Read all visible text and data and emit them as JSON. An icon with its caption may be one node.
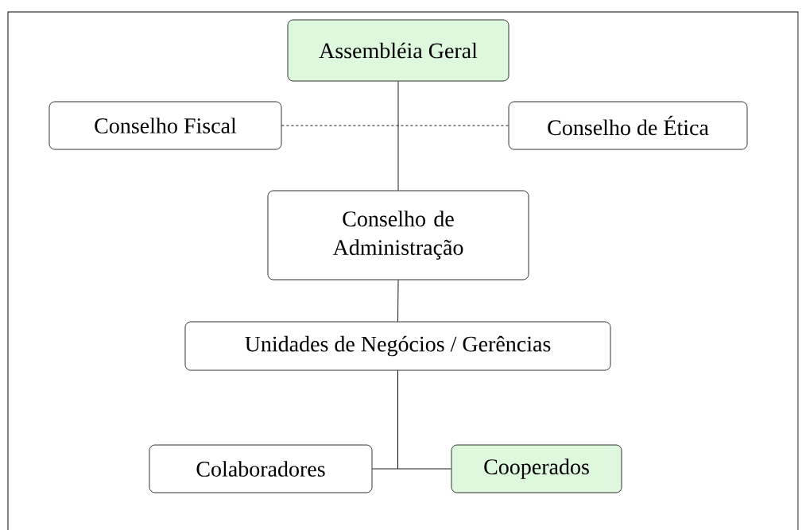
{
  "diagram": {
    "nodes": [
      {
        "text": [
          "Assembléia Geral"
        ]
      },
      {
        "text": [
          "Conselho Fiscal"
        ]
      },
      {
        "text": [
          "Conselho de Ética"
        ]
      },
      {
        "text": [
          "Conselho de Administração"
        ]
      },
      {
        "text": [
          "Unidades de Negócios / Gerências"
        ]
      },
      {
        "text": [
          "Colaboradores"
        ]
      },
      {
        "text": [
          "Cooperados"
        ]
      }
    ],
    "edges": [
      {
        "from": 0,
        "to": 3,
        "arrow": "none"
      },
      {
        "from": 1,
        "to": 2,
        "arrow": "none",
        "style": "dashed"
      },
      {
        "from": 3,
        "to": 4,
        "arrow": "none"
      },
      {
        "from": 4,
        "to": 5,
        "arrow": "none"
      },
      {
        "from": 4,
        "to": 6,
        "arrow": "none"
      }
    ]
  }
}
